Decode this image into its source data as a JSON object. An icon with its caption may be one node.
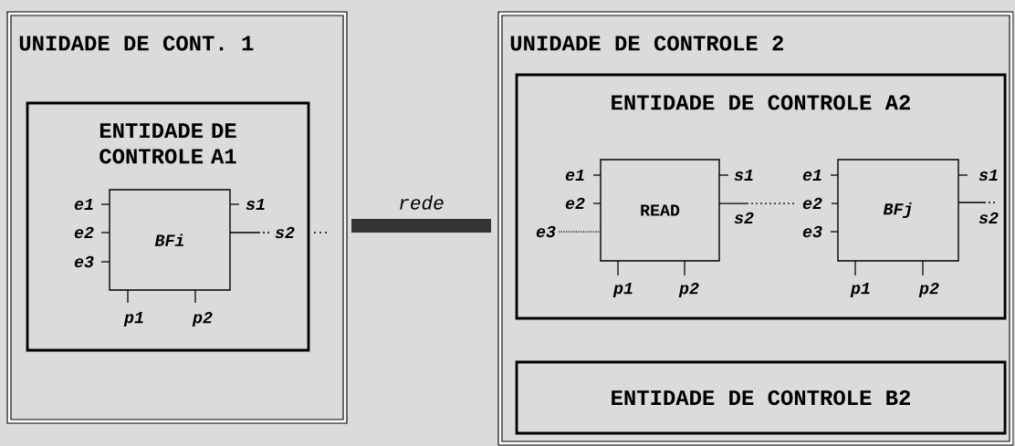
{
  "diagram": {
    "nodes": [
      {
        "text": [
          "UNIDADE DE CONT. 1"
        ]
      },
      {
        "text": [
          "ENTIDADE DE CONTROLE A1"
        ],
        "in": 0
      },
      {
        "text": [
          "BFi"
        ],
        "in": 1,
        "beside": [
          "e1",
          "s1",
          "e2",
          "s2",
          "e3",
          "p1",
          "p2"
        ]
      },
      {
        "text": [
          "rede"
        ]
      },
      {
        "text": [
          "UNIDADE DE CONTROLE 2"
        ]
      },
      {
        "text": [
          "ENTIDADE DE CONTROLE A2"
        ],
        "in": 4
      },
      {
        "text": [
          "READ"
        ],
        "in": 5,
        "beside": [
          "e1",
          "s1",
          "e2",
          "s2",
          "e3",
          "p1",
          "p2"
        ]
      },
      {
        "text": [
          "BFj"
        ],
        "in": 5,
        "beside": [
          "e1",
          "s1",
          "e2",
          "s2",
          "e3",
          "p1",
          "p2"
        ]
      },
      {
        "text": [
          "ENTIDADE DE CONTROLE B2"
        ],
        "in": 4
      }
    ],
    "edges": [
      {
        "from": 6,
        "to": 7,
        "arrow": "none",
        "style": "dashed"
      }
    ]
  }
}
